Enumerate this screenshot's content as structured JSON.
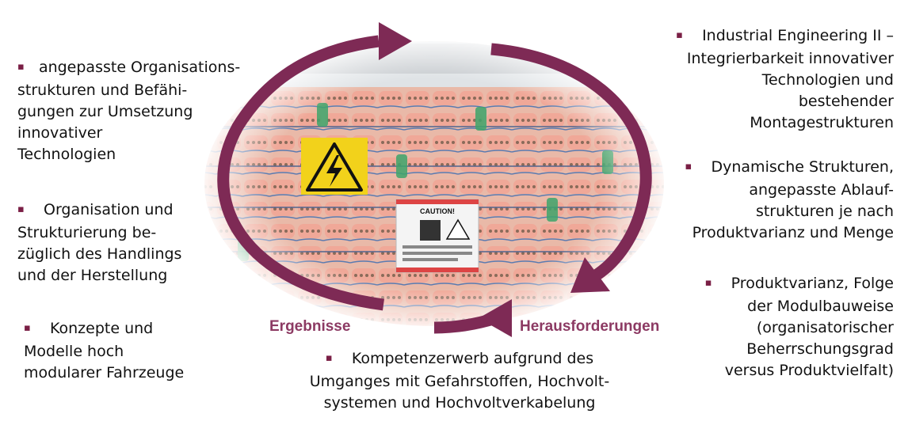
{
  "left_items": [
    {
      "lines": [
        "angepasste Organisations-",
        "strukturen und Befähi-",
        "gungen zur Umsetzung",
        "innovativer",
        "Technologien"
      ]
    },
    {
      "lines": [
        "Organisation und",
        "Strukturierung be-",
        "züglich des Handlings",
        "und der Herstellung"
      ]
    },
    {
      "lines": [
        "Konzepte und",
        "Modelle hoch",
        "modularer Fahrzeuge"
      ]
    }
  ],
  "right_items": [
    {
      "lines": [
        "Industrial Engineering II –",
        "Integrierbarkeit innovativer",
        "Technologien und",
        "bestehender",
        "Montagestrukturen"
      ]
    },
    {
      "lines": [
        "Dynamische Strukturen,",
        "angepasste Ablauf-",
        "strukturen je nach",
        "Produktvarianz und Menge"
      ]
    },
    {
      "lines": [
        "Produktvarianz, Folge",
        "der Modulbauweise",
        "(organisatorischer",
        "Beherrschungsgrad",
        "versus Produktvielfalt)"
      ]
    }
  ],
  "bottom_item": {
    "lines": [
      "Kompetenzerwerb aufgrund des",
      "Umganges mit Gefahrstoffen, Hochvolt-",
      "systemen und Hochvoltverkabelung"
    ]
  },
  "labels": {
    "results": "Ergebnisse",
    "challenges": "Herausforderungen"
  },
  "caution_label": {
    "title": "CAUTION!"
  },
  "bullet_symbol": "▪",
  "colors": {
    "arrow": "#7e2a55",
    "bullet": "#7a1f45",
    "label": "#8c3a63",
    "warning_yellow": "#f2d21b"
  }
}
